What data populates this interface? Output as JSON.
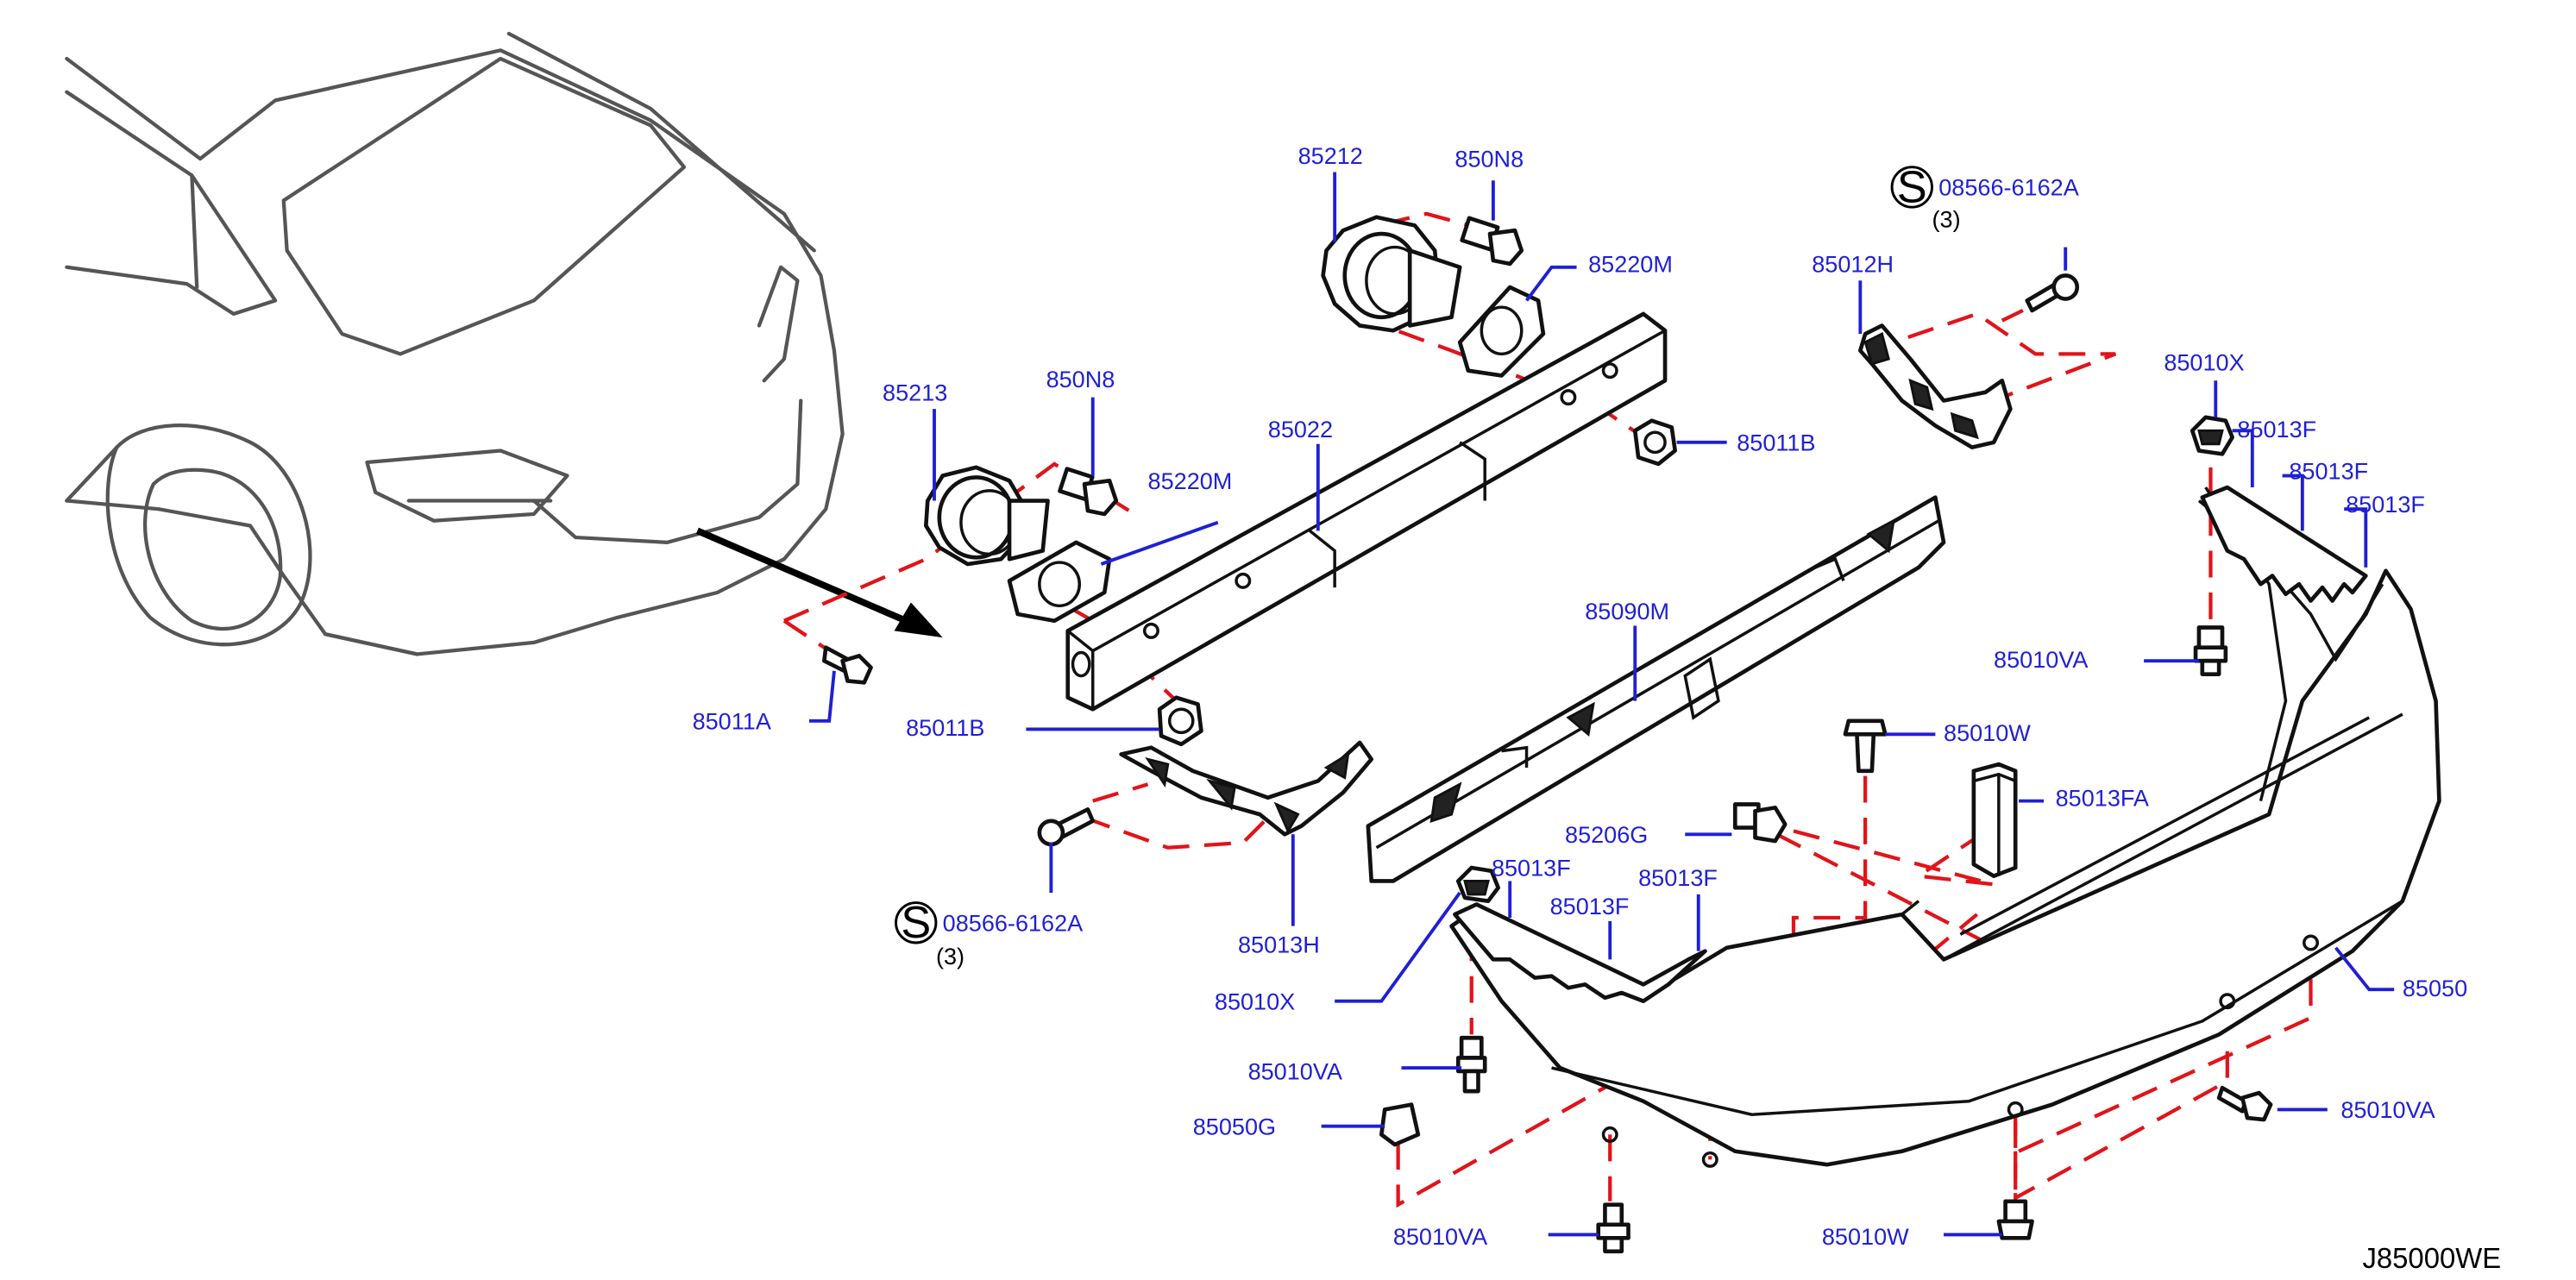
{
  "diagram_id": "J85000WE",
  "labels": {
    "l85212": "85212",
    "l850n8_top": "850N8",
    "l85220m_top": "85220M",
    "l08566_top": "08566-6162A",
    "l08566_top_qty": "(3)",
    "l85012h": "85012H",
    "l85010x_right": "85010X",
    "l85013f_r1": "85013F",
    "l85013f_r2": "85013F",
    "l85013f_r3": "85013F",
    "l85213": "85213",
    "l850n8_left": "850N8",
    "l85022": "85022",
    "l85011b_right": "85011B",
    "l85220m_left": "85220M",
    "l85090m": "85090M",
    "l85010va_right_top": "85010VA",
    "l85011a": "85011A",
    "l85011b_left": "85011B",
    "l85010w_top": "85010W",
    "l85013fa": "85013FA",
    "l85206g": "85206G",
    "l85013f_m1": "85013F",
    "l85013f_m2": "85013F",
    "l85013f_m3": "85013F",
    "l08566_bottom": "08566-6162A",
    "l08566_bottom_qty": "(3)",
    "l85013h": "85013H",
    "l85010x_left": "85010X",
    "l85050": "85050",
    "l85010va_left": "85010VA",
    "l85010va_right_bottom": "85010VA",
    "l85050g": "85050G",
    "l85010va_bottom": "85010VA",
    "l85010w_bottom": "85010W"
  },
  "symbols": {
    "s_top": "S",
    "s_bottom": "S"
  }
}
